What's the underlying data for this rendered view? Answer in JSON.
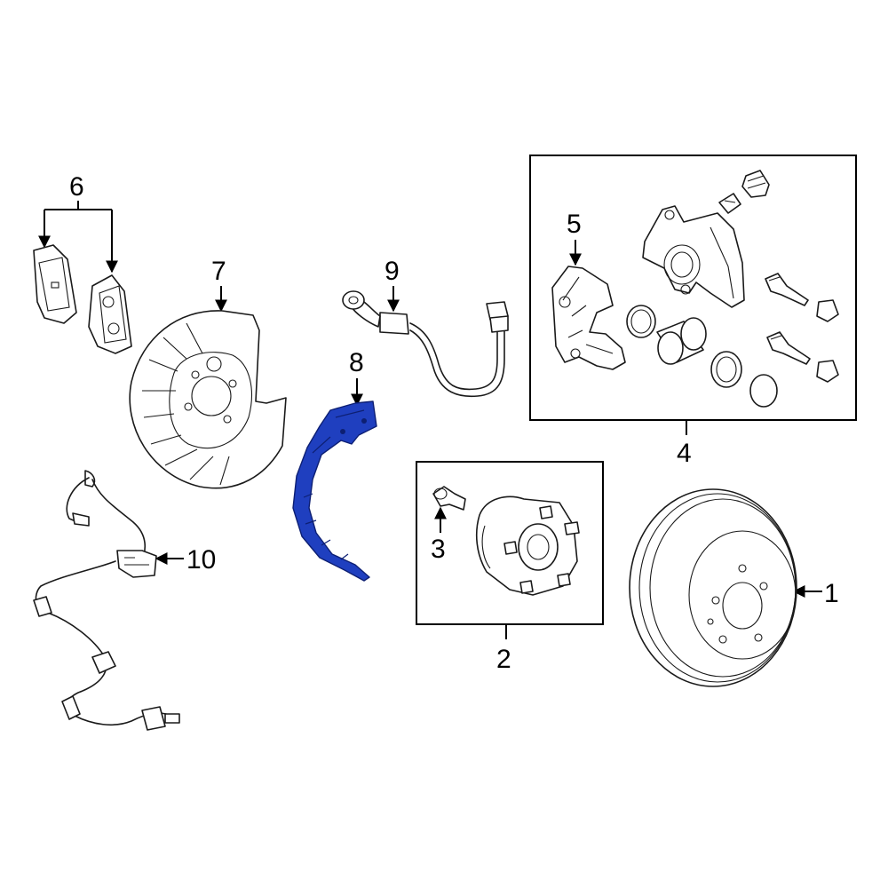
{
  "callouts": {
    "c1": "1",
    "c2": "2",
    "c3": "3",
    "c4": "4",
    "c5": "5",
    "c6": "6",
    "c7": "7",
    "c8": "8",
    "c9": "9",
    "c10": "10"
  },
  "colors": {
    "highlight": "#1f3fbf",
    "line": "#1a1a1a"
  }
}
